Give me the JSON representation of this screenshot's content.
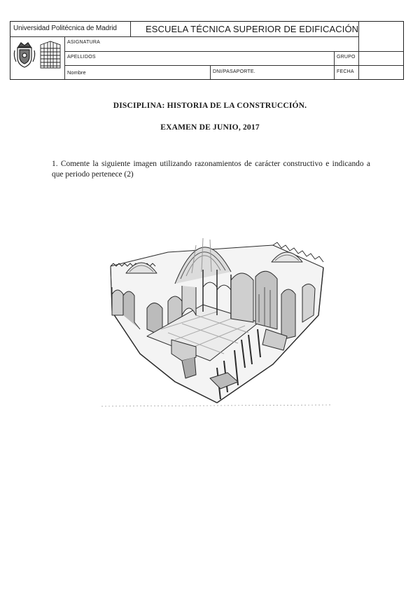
{
  "header": {
    "university": "Universidad Politécnica de Madrid",
    "school": "ESCUELA TÉCNICA SUPERIOR DE EDIFICACIÓN",
    "fields": {
      "asignatura": "ASIGNATURA",
      "apellidos": "APELLIDOS",
      "grupo": "GRUPO",
      "nombre": "Nombre",
      "dni": "DNI/PASAPORTE.",
      "fecha": "FECHA"
    }
  },
  "exam": {
    "discipline": "DISCIPLINA: HISTORIA DE LA CONSTRUCCIÓN.",
    "session": "EXAMEN DE JUNIO, 2017"
  },
  "question": {
    "text": "1. Comente la siguiente imagen utilizando razonamientos de carácter constructivo e indicando a que periodo pertenece (2)"
  }
}
